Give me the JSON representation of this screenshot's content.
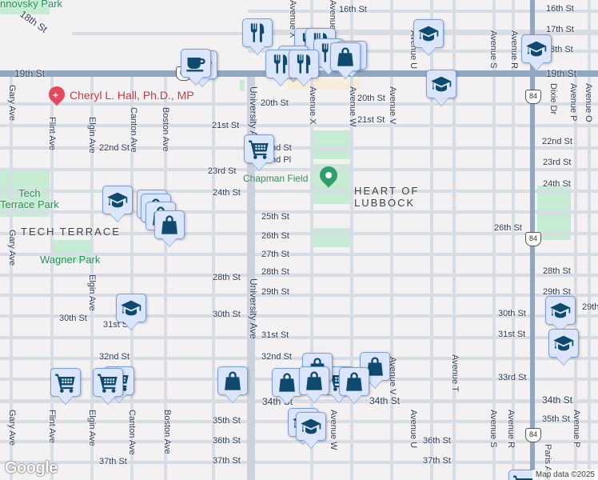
{
  "map": {
    "attribution": "Map data ©2025",
    "logo": "Google",
    "parks": [
      {
        "name": "Tech Terrace Park",
        "lines": [
          "Tech",
          "Terrace Park"
        ]
      },
      {
        "name": "Wagner Park"
      },
      {
        "name": "Chapman Field"
      },
      {
        "name": "Kirkpatrick Ulanovsky Park",
        "partial_text": "nnovsky Park"
      }
    ],
    "neighborhoods": [
      {
        "name": "TECH TERRACE"
      },
      {
        "name": "HEART OF LUBBOCK",
        "lines": [
          "HEART OF",
          "LUBBOCK"
        ]
      }
    ],
    "poi": {
      "name": "Cheryl L. Hall, Ph.D., MP",
      "icon": "medical-icon",
      "color": "#d2323e"
    },
    "highway_shields": [
      "62",
      "84",
      "84",
      "84"
    ],
    "streets_horizontal": [
      "16th St",
      "17th St",
      "18th St",
      "19th St",
      "20th St",
      "21st St",
      "22nd St",
      "22nd Pl",
      "23rd St",
      "24th St",
      "25th St",
      "26th St",
      "27th St",
      "28th St",
      "29th St",
      "30th St",
      "31st St",
      "32nd St",
      "33rd St",
      "34th St",
      "35th St",
      "36th St",
      "37th St"
    ],
    "streets_vertical": [
      "Gary Ave",
      "Flint Ave",
      "Elgin Ave",
      "Canton Ave",
      "Boston Ave",
      "University Ave",
      "Avenue X",
      "Avenue W",
      "Avenue V",
      "Avenue U",
      "Avenue T",
      "Avenue S",
      "Avenue R",
      "Dixie Dr",
      "Avenue P",
      "Avenue O",
      "Paris Ave"
    ],
    "labels": {
      "s16": "16th St",
      "s16b": "16th St",
      "s17": "17th St",
      "s18": "18th St",
      "s18b": "8th St",
      "s19": "19th St",
      "s19b": "19th St",
      "s20a": "20th St",
      "s20b": "20th St",
      "s21a": "21st St",
      "s21b": "21st St",
      "s22a": "22nd St",
      "s22b": "nd St",
      "s22c": "22nd St",
      "s22pl": "nd Pl",
      "s23a": "23rd St",
      "s23b": "23rd St",
      "s24a": "24th St",
      "s24b": "24th St",
      "s25": "25th St",
      "s26a": "26th St",
      "s26b": "26th St",
      "s27": "27th St",
      "s28a": "28th St",
      "s28b": "28th St",
      "s28c": "28th St",
      "s29a": "29th St",
      "s29b": "29th St",
      "s29c": "29th",
      "s30a": "30th St",
      "s30b": "30th St",
      "s30c": "30th St",
      "s31a": "31st St",
      "s31b": "31st St",
      "s31c": "31st St",
      "s32a": "32nd St",
      "s32b": "32nd St",
      "s33": "33rd St",
      "s34a": "34th St",
      "s34b": "34th St",
      "s34c": "34th St",
      "s34d": "34th St",
      "s35a": "35th St",
      "s35b": "35th St",
      "s36a": "36th St",
      "s36b": "36th St",
      "s37a": "37th St",
      "s37b": "37th St",
      "s37c": "37th St",
      "gary": "Gary Ave",
      "flint": "Flint Ave",
      "elgin": "Elgin Ave",
      "canton": "Canton Ave",
      "boston": "Boston Ave",
      "univ": "University Ave",
      "avex": "Avenue X",
      "avew": "Avenue W",
      "avev": "Avenue V",
      "aveu": "Avenue U",
      "avet": "Avenue T",
      "aves": "Avenue S",
      "aver": "Avenue R",
      "dixie": "Dixie Dr",
      "avep": "Avenue P",
      "aveo": "Avenue O",
      "paris": "Paris Ave"
    },
    "markers": [
      {
        "type": "restaurant",
        "icon": "fork-knife-icon"
      },
      {
        "type": "cafe",
        "icon": "coffee-cup-icon"
      },
      {
        "type": "shopping",
        "icon": "shopping-bag-icon"
      },
      {
        "type": "school",
        "icon": "graduation-cap-icon"
      },
      {
        "type": "grocery",
        "icon": "shopping-cart-icon"
      }
    ]
  }
}
